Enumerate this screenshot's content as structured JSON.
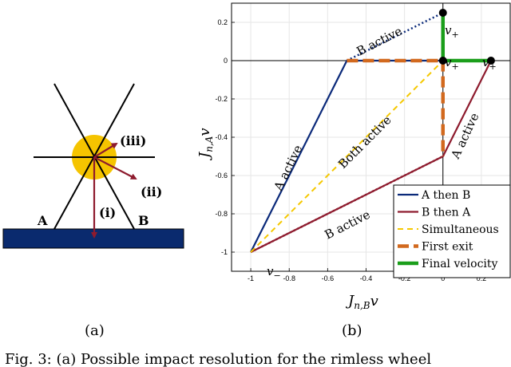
{
  "panel_a": {
    "labels": {
      "i": "(i)",
      "ii": "(ii)",
      "iii": "(iii)",
      "a": "A",
      "b": "B"
    },
    "colors": {
      "ground": "#0a2a6e",
      "ball": "#f5c400",
      "arrow": "#8e1b2e",
      "leg": "#000000"
    },
    "sublabel": "(a)"
  },
  "panel_b": {
    "sublabel": "(b)",
    "xlabel_base": "J",
    "xlabel_sub": "n,B",
    "xlabel_var": "v",
    "ylabel_base": "J",
    "ylabel_sub": "n,A",
    "ylabel_var": "v",
    "annotations": {
      "b_active_top": "B active",
      "a_active_left": "A active",
      "both_active": "Both active",
      "a_active_right": "A active",
      "b_active_bottom": "B active"
    },
    "point_labels": {
      "v_plus_top": "v",
      "v_plus_mid": "v",
      "v_plus_right": "v",
      "v_minus": "v",
      "plus": "+",
      "minus": "−"
    },
    "legend": [
      {
        "label": "A then B",
        "color": "#0b2a7a",
        "style": "solid"
      },
      {
        "label": "B then A",
        "color": "#8e1b2e",
        "style": "solid"
      },
      {
        "label": "Simultaneous",
        "color": "#f5c800",
        "style": "dashed"
      },
      {
        "label": "First exit",
        "color": "#d2691e",
        "style": "thickdash"
      },
      {
        "label": "Final velocity",
        "color": "#1a9e1a",
        "style": "thick"
      }
    ]
  },
  "caption": "Fig. 3: (a) Possible impact resolution for the rimless wheel",
  "chart_data": {
    "type": "line",
    "xlabel": "J_{n,B} v",
    "ylabel": "J_{n,A} v",
    "xlim": [
      -1.1,
      0.35
    ],
    "ylim": [
      -1.1,
      0.3
    ],
    "xticks": [
      -1,
      -0.8,
      -0.6,
      -0.4,
      -0.2,
      0,
      0.2
    ],
    "yticks": [
      -1,
      -0.8,
      -0.6,
      -0.4,
      -0.2,
      0,
      0.2
    ],
    "grid": true,
    "legend_position": "bottom-right",
    "series": [
      {
        "name": "A then B",
        "color": "#0b2a7a",
        "style": "solid",
        "x": [
          -1,
          -0.5,
          0
        ],
        "y": [
          -1,
          0,
          0
        ]
      },
      {
        "name": "B then A",
        "color": "#8e1b2e",
        "style": "solid",
        "x": [
          -1,
          0,
          0.25
        ],
        "y": [
          -1,
          -0.5,
          0
        ]
      },
      {
        "name": "Simultaneous",
        "color": "#f5c800",
        "style": "dashed",
        "x": [
          -1,
          0
        ],
        "y": [
          -1,
          0
        ]
      },
      {
        "name": "First exit",
        "color": "#d2691e",
        "style": "thickdash",
        "x": [
          -0.5,
          0,
          0
        ],
        "y": [
          0,
          0,
          -0.5
        ]
      },
      {
        "name": "Final velocity",
        "color": "#1a9e1a",
        "style": "thick",
        "x": [
          0,
          0,
          0.25
        ],
        "y": [
          0.25,
          0,
          0
        ]
      }
    ],
    "dotted_segments": [
      {
        "color": "#0b2a7a",
        "x": [
          -0.5,
          0
        ],
        "y": [
          0,
          0.25
        ]
      },
      {
        "color": "#8e1b2e",
        "x": [
          -1,
          0
        ],
        "y": [
          -1,
          -0.5
        ]
      }
    ],
    "points": [
      {
        "x": 0,
        "y": 0.25
      },
      {
        "x": 0,
        "y": 0
      },
      {
        "x": 0.25,
        "y": 0
      }
    ]
  }
}
